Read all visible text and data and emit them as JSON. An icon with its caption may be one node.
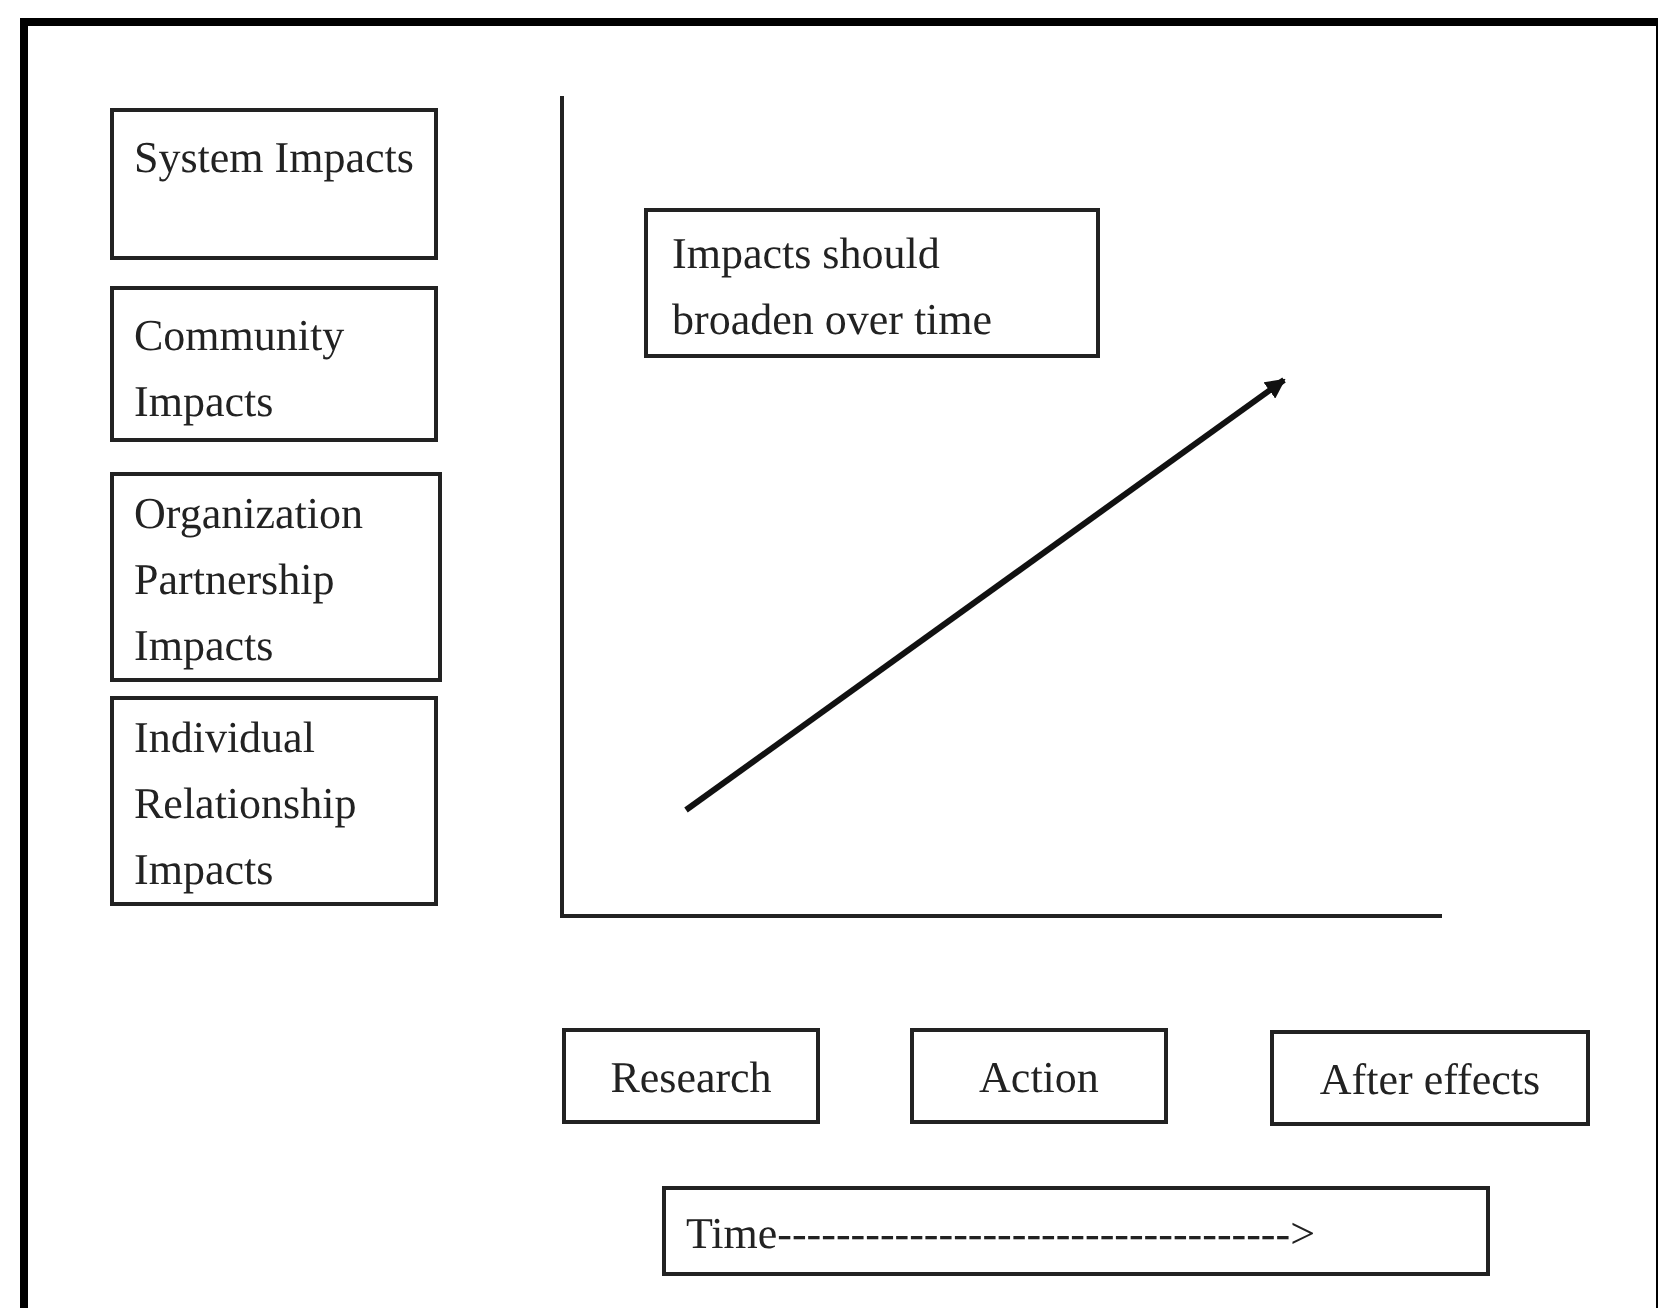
{
  "diagram": {
    "nodes": [
      {
        "text": [
          "System Impacts"
        ]
      },
      {
        "text": [
          "Community Impacts"
        ]
      },
      {
        "text": [
          "Organization Partnership Impacts"
        ]
      },
      {
        "text": [
          "Individual Relationship Impacts"
        ]
      },
      {
        "text": [
          "Impacts should broaden over time"
        ]
      },
      {
        "text": [
          "Research"
        ]
      },
      {
        "text": [
          "Action"
        ]
      },
      {
        "text": [
          "After effects"
        ]
      },
      {
        "text": [
          "Time----------------------------------->"
        ]
      }
    ]
  }
}
